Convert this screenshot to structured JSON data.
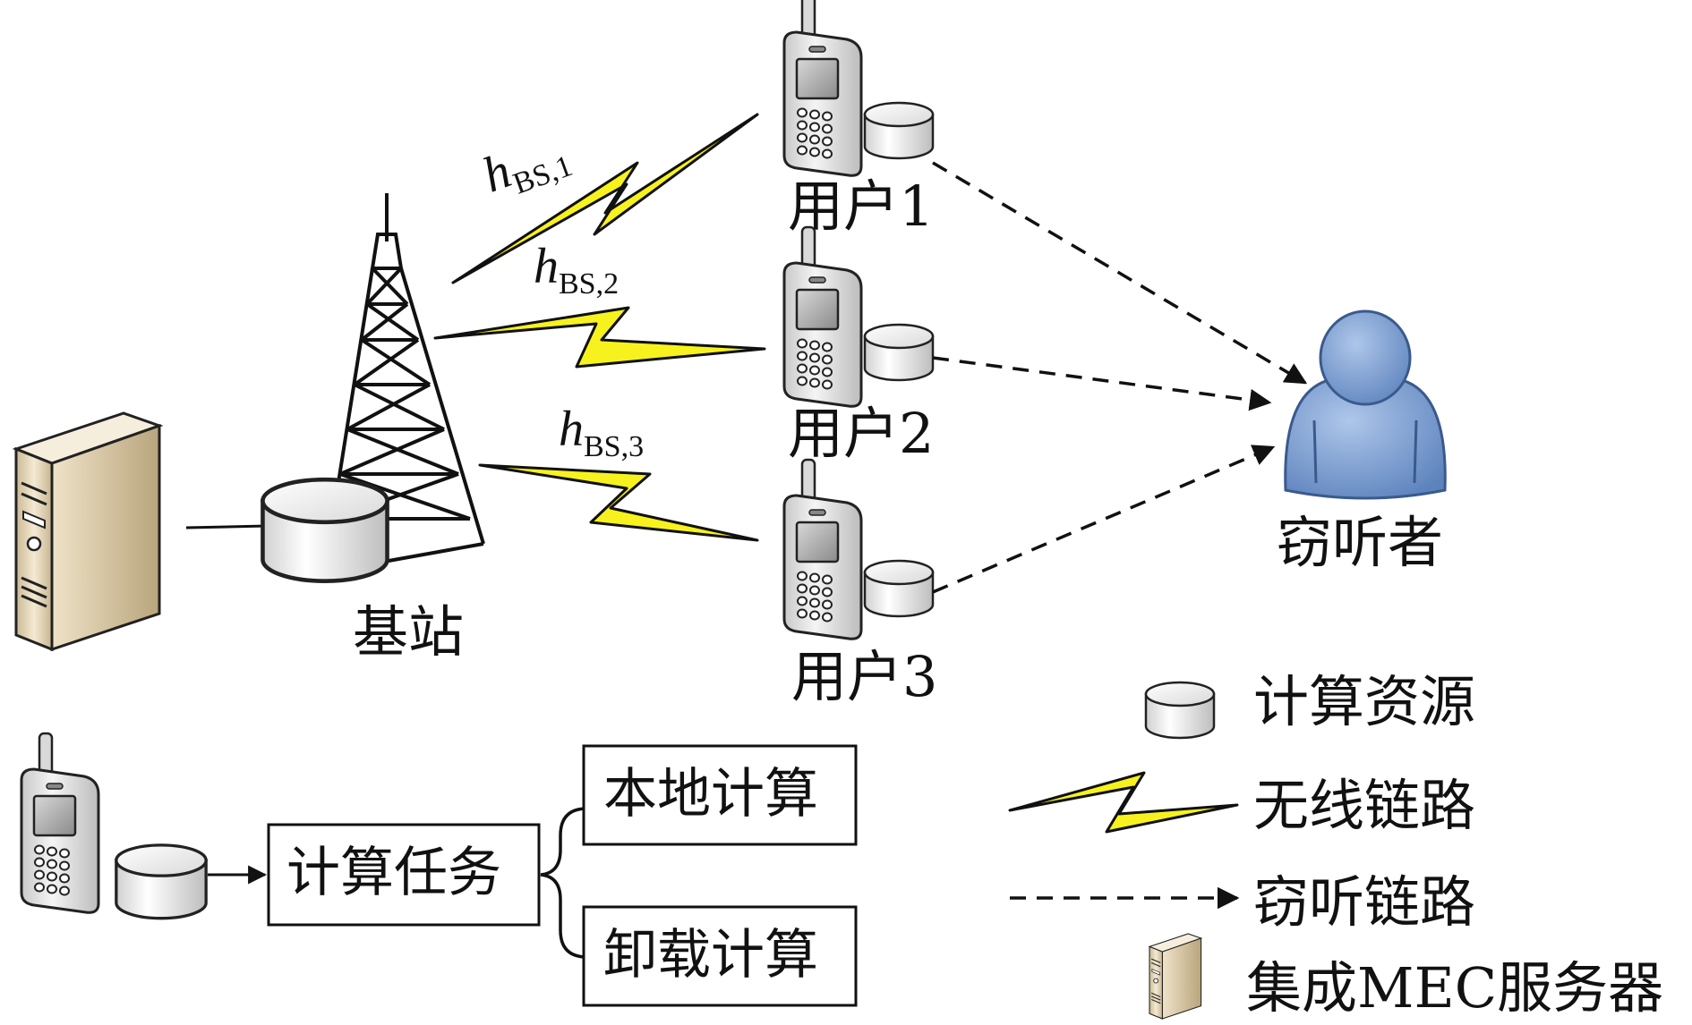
{
  "labels": {
    "base_station": "基站",
    "user1": "用户1",
    "user2": "用户2",
    "user3": "用户3",
    "eavesdropper": "窃听者"
  },
  "channels": {
    "h_symbol": "h",
    "ch1_sub": "BS,1",
    "ch2_sub": "BS,2",
    "ch3_sub": "BS,3"
  },
  "task_tree": {
    "root": "计算任务",
    "local": "本地计算",
    "offload": "卸载计算"
  },
  "legend": {
    "compute_resource": "计算资源",
    "wireless_link": "无线链路",
    "eavesdrop_link": "窃听链路",
    "mec_server": "集成MEC服务器"
  },
  "colors": {
    "bolt_fill": "#f7f21e",
    "person_fill": "#7c9fd0",
    "server_fill": "#e9dcc0",
    "phone_fill": "#e4e4e4"
  }
}
